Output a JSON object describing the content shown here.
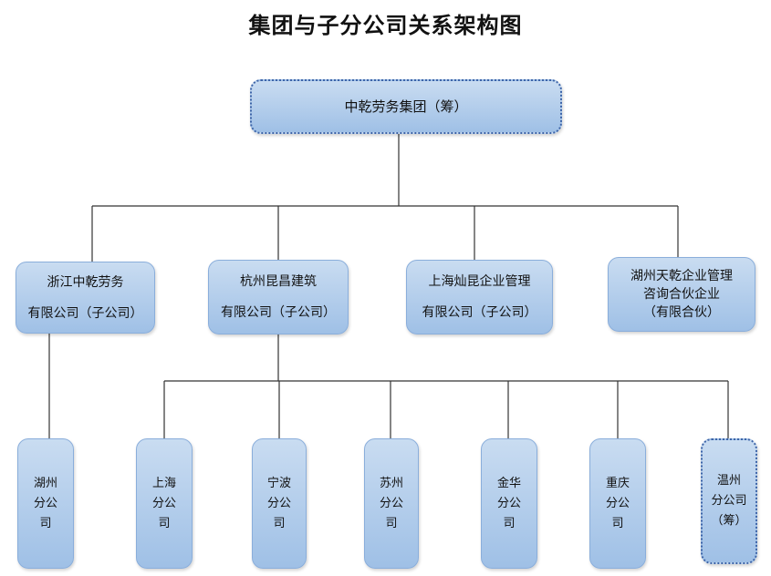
{
  "title": "集团与子分公司关系架构图",
  "root": {
    "label": "中乾劳务集团（筹）"
  },
  "subsidiaries": [
    {
      "line1": "浙江中乾劳务",
      "line2": "有限公司（子公司）"
    },
    {
      "line1": "杭州昆昌建筑",
      "line2": "有限公司（子公司）"
    },
    {
      "line1": "上海灿昆企业管理",
      "line2": "有限公司（子公司）"
    },
    {
      "line1": "湖州天乾企业管理",
      "line2": "咨询合伙企业",
      "line3": "（有限合伙）"
    }
  ],
  "branches": [
    {
      "line1": "湖州",
      "line2": "分公",
      "line3": "司"
    },
    {
      "line1": "上海",
      "line2": "分公",
      "line3": "司"
    },
    {
      "line1": "宁波",
      "line2": "分公",
      "line3": "司"
    },
    {
      "line1": "苏州",
      "line2": "分公",
      "line3": "司"
    },
    {
      "line1": "金华",
      "line2": "分公",
      "line3": "司"
    },
    {
      "line1": "重庆",
      "line2": "分公",
      "line3": "司"
    },
    {
      "line1": "温州",
      "line2": "分公司",
      "line3": "（筹）"
    }
  ]
}
